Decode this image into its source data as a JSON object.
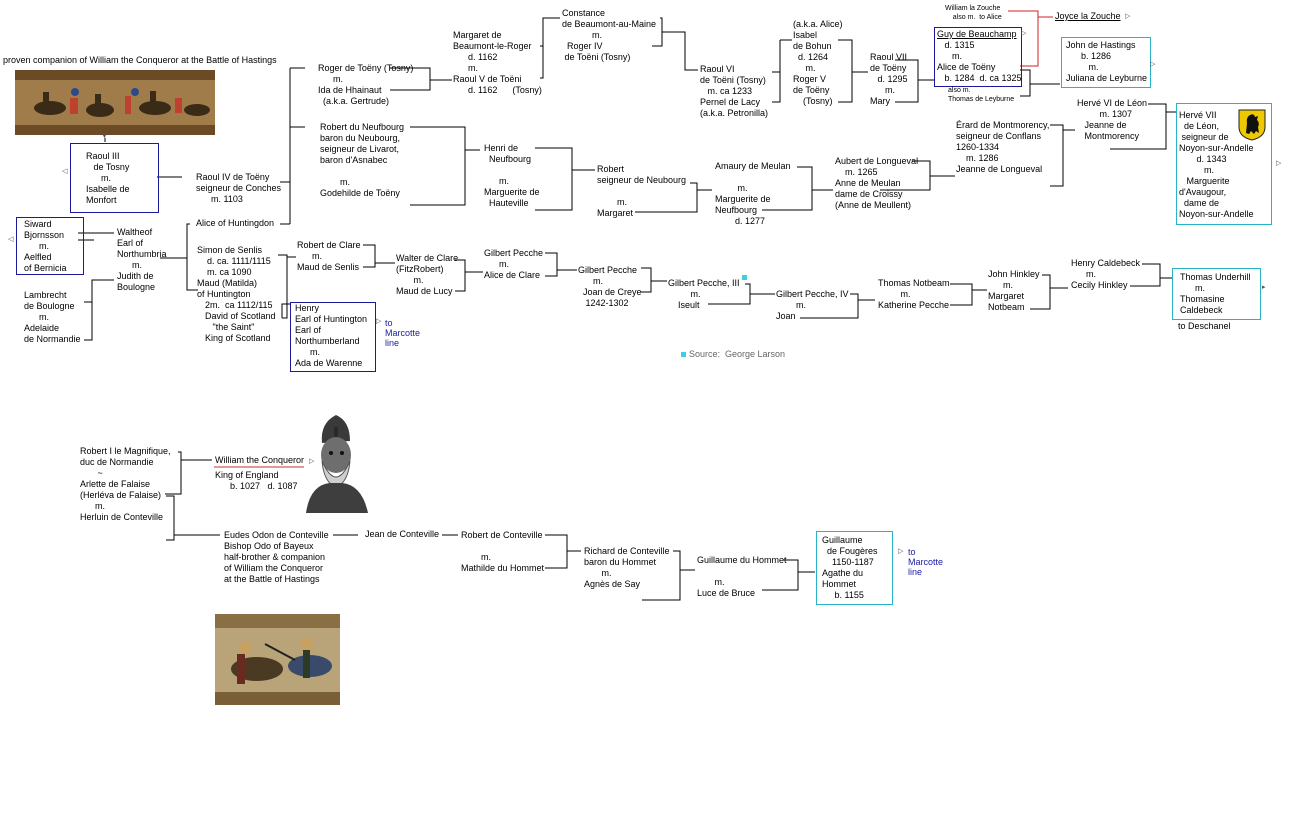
{
  "header_note": "proven companion of William the Conqueror at the Battle of Hastings",
  "source_note": "Source:  George Larson",
  "people": {
    "raoul_iii": "Raoul III\n   de Tosny\n      m.\nIsabelle de\nMonfort",
    "raoul_iv": "Raoul IV de Toëny\nseigneur de Conches\n      m. 1103",
    "alice_huntingdon": "Alice of Huntingdon",
    "roger_toeny": "Roger de Toëny (Tosny)\n      m.\nIda de Hhainaut\n  (a.k.a. Gertrude)",
    "margaret_beaumont": "Margaret de\nBeaumont-le-Roger\n      d. 1162\n      m.\nRaoul V de Toëni\n      d. 1162      (Tosny)",
    "constance": "Constance\nde Beaumont-au-Maine\n            m.\n  Roger IV\n de Toëni (Tosny)",
    "raoul_vi": "Raoul VI\nde Toëni (Tosny)\n   m. ca 1233\nPernel de Lacy\n(a.k.a. Petronilla)",
    "isabel_bohun": "(a.k.a. Alice)\nIsabel\nde Bohun\n  d. 1264\n     m.\nRoger V\nde Toëny\n    (Tosny)",
    "raoul_vii": "Raoul VII\nde Toëny\n   d. 1295\n      m.\nMary",
    "william_zouche": "William la Zouche\n    also m.  to Alice",
    "guy_beauchamp": "Guy de Beauchamp",
    "guy_beauchamp_rest": "   d. 1315\n      m.\nAlice de Toëny\n   b. 1284  d. ca 1325",
    "thomas_leyburne": "also m.\nThomas de Leyburne",
    "joyce_zouche": "Joyce la Zouche",
    "john_hastings": "John de Hastings\n      b. 1286\n         m.\nJuliana de Leyburne",
    "robert_neufbourg": "Robert du Neufbourg\nbaron du Neubourg,\nseigneur de Livarot,\nbaron d'Asnabec\n\n        m.\nGodehilde de Toëny",
    "henri_neufbourg": "Henri de\n  Neufbourg\n\n      m.\nMarguerite de\n  Hauteville",
    "robert_neubourg": "Robert\nseigneur de Neubourg\n\n        m.\nMargaret",
    "amaury_meulan": "Amaury de Meulan\n\n         m.\nMarguerite de\nNeufbourg\n        d. 1277",
    "aubert_longueval": "Aubert de Longueval\n    m. 1265\nAnne de Meulan\ndame de Croissy\n(Anne de Meullent)",
    "erard_montmorency": "Érard de Montmorency,\nseigneur de Conflans\n1260-1334\n    m. 1286\nJeanne de Longueval",
    "herve_vi": "Hervé VI de Léon\n         m. 1307\n   Jeanne de\n   Montmorency",
    "herve_vii": "Hervé VII\n  de Léon,\n seigneur de\nNoyon-sur-Andelle\n       d. 1343\n          m.\n   Marguerite\nd'Avaugour,\n  dame de\nNoyon-sur-Andelle",
    "siward": "Siward\nBjornsson\n      m.\nAelfled\nof Bernicia",
    "waltheof": "Waltheof\nEarl of\nNorthumbria\n      m.\nJudith de\nBoulogne",
    "lambrecht": "Lambrecht\nde Boulogne\n      m.\nAdelaide\nde Normandie",
    "simon_senlis": "Simon de Senlis\n    d. ca. 1111/1115\n    m. ca 1090\nMaud (Matilda)\nof Huntington",
    "david_scotland": "2m.  ca 1112/115\nDavid of Scotland\n   \"the Saint\"\nKing of Scotland",
    "henry_huntington": "Henry\nEarl of Huntington\nEarl of\nNorthumberland\n      m.\nAda de Warenne",
    "robert_clare": "Robert de Clare\n      m.\nMaud de Senlis",
    "walter_clare": "Walter de Clare\n(FitzRobert)\n       m.\nMaud de Lucy",
    "gilbert_pecche_i": "Gilbert Pecche\n      m.\nAlice de Clare",
    "gilbert_pecche_ii": "Gilbert Pecche\n      m.\n  Joan de Creye\n   1242-1302",
    "gilbert_pecche_iii": "Gilbert Pecche, III\n         m.\n    Iseult",
    "gilbert_pecche_iv": "Gilbert Pecche, IV\n        m.\nJoan",
    "thomas_notbeam": "Thomas Notbeam\n         m.\nKatherine Pecche",
    "john_hinkley": "John Hinkley\n      m.\nMargaret\nNotbeam",
    "henry_caldebeck": "Henry Caldebeck\n      m.\nCecily Hinkley",
    "thomas_underhill": "Thomas Underhill\n      m.\nThomasine\nCaldebeck",
    "to_deschanel": "to Deschanel",
    "robert_magnifique": "Robert I le Magnifique,\nduc de Normandie\n       ~\nArlette de Falaise\n(Herléva de Falaise)\n      m.\nHerluin de Conteville",
    "william_conqueror": "William the Conqueror",
    "william_conqueror_rest": "King of England\n      b. 1027   d. 1087",
    "eudes_odon": "Eudes Odon de Conteville\nBishop Odo of Bayeux\nhalf-brother & companion\nof William the Conqueror\nat the Battle of Hastings",
    "jean_conteville": "Jean de Conteville",
    "robert_conteville": "Robert de Conteville\n\n        m.\nMathilde du Hommet",
    "richard_conteville": "Richard de Conteville\nbaron du Hommet\n       m.\nAgnès de Say",
    "guillaume_hommet": "Guillaume du Hommet\n\n       m.\nLuce de Bruce",
    "guillaume_fougeres": "Guillaume\n  de Fougères\n    1150-1187\nAgathe du\nHommet\n     b. 1155"
  },
  "links": {
    "to_marcotte_1": "to\nMarcotte\nline",
    "to_marcotte_2": "to\nMarcotte\nline"
  },
  "colors": {
    "box_blue": "#1a1a9a",
    "box_cyan": "#28b4c8",
    "link_blue": "#1a1aa0",
    "zouche_red": "#d02020",
    "conqueror_underline": "#c03030",
    "source_dot": "#3cd0e0"
  },
  "icons": [
    "arrow-right-icon",
    "lion-coat-of-arms-icon",
    "warrior-portrait-icon",
    "tapestry-image"
  ]
}
